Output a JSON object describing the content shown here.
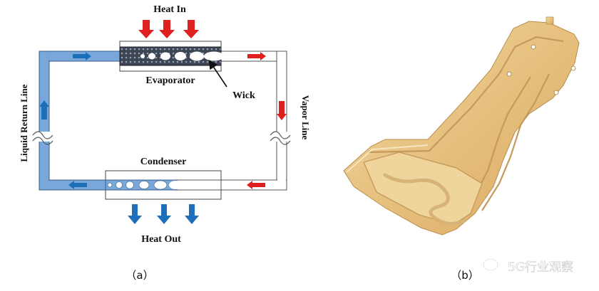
{
  "figure_a": {
    "heat_in": "Heat In",
    "heat_out": "Heat Out",
    "evaporator": "Evaporator",
    "condenser": "Condenser",
    "wick": "Wick",
    "vapor_line": "Vapor Line",
    "liquid_return_line": "Liquid Return Line",
    "caption": "（a）"
  },
  "figure_b": {
    "caption": "（b）"
  },
  "watermark": {
    "text": "5G行业观察",
    "icon": "wechat-icon"
  },
  "colors": {
    "liquid": "#7aa7d9",
    "heat_arrow": "#e0201e",
    "cool_arrow": "#1c6fb8",
    "copper": "#e8c98b"
  }
}
